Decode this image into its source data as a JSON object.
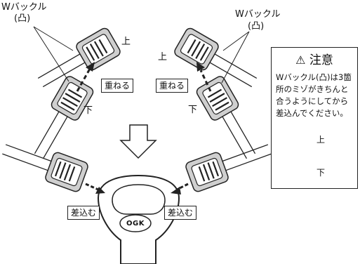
{
  "labels": {
    "w_buckle_left": "Wバックル",
    "w_buckle_left_sub": "(凸)",
    "w_buckle_right": "Wバックル",
    "w_buckle_right_sub": "(凸)",
    "up_left": "上",
    "up_right": "上",
    "down_left": "下",
    "down_right": "下",
    "overlap_left": "重ねる",
    "overlap_right": "重ねる",
    "insert_left": "差込む",
    "insert_right": "差込む",
    "logo": "OGK"
  },
  "caution": {
    "title": "注意",
    "icon": "warning-triangle-icon",
    "body": "Wバックル(凸)は3箇所のミゾがきちんと合うようにしてから差込んでください。",
    "inset_up": "上",
    "inset_down": "下"
  },
  "colors": {
    "line": "#222222",
    "buckle_fill": "#cfcfcf",
    "buckle_dark": "#9a9a9a"
  }
}
